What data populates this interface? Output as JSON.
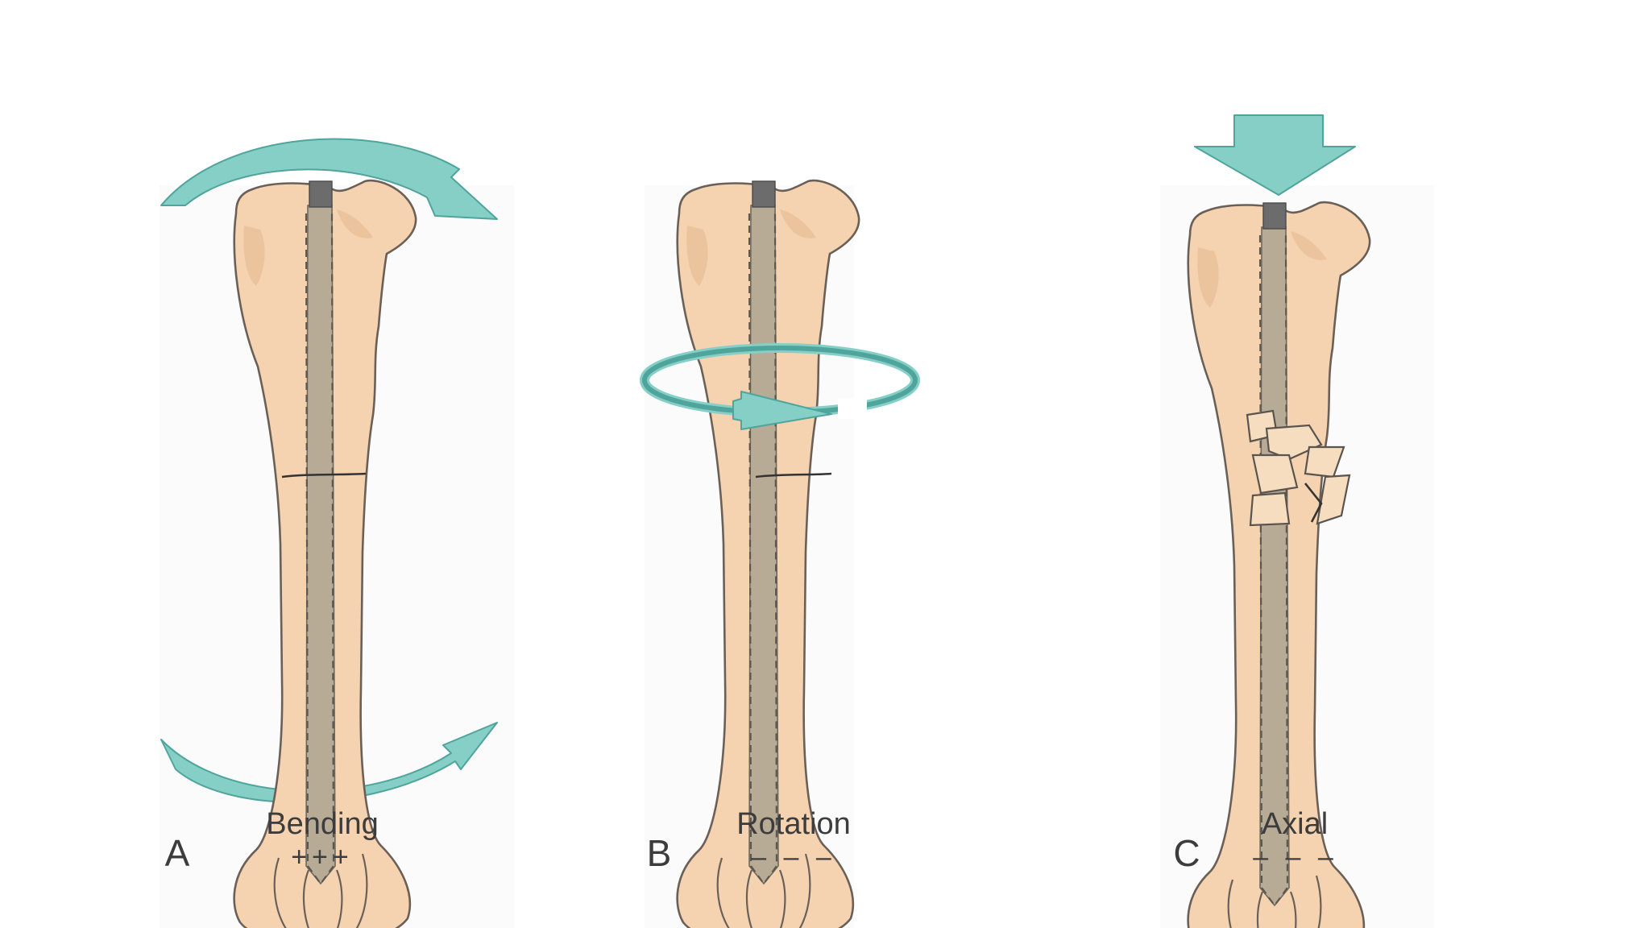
{
  "panels": [
    {
      "letter": "A",
      "load": "Bending",
      "score": "+++"
    },
    {
      "letter": "B",
      "load": "Rotation",
      "score": "– – –"
    },
    {
      "letter": "C",
      "load": "Axial",
      "score": "– – –"
    }
  ],
  "colors": {
    "bone": "#f5d3b0",
    "nail": "#b7ab96",
    "force_arrow": "#85cfc7",
    "force_arrow_edge": "#4fa59c",
    "text": "#3c3c3c"
  },
  "icons": {
    "bending_force": "curved-arrow",
    "rotation_force": "circular-arrow",
    "axial_force": "down-arrow"
  }
}
